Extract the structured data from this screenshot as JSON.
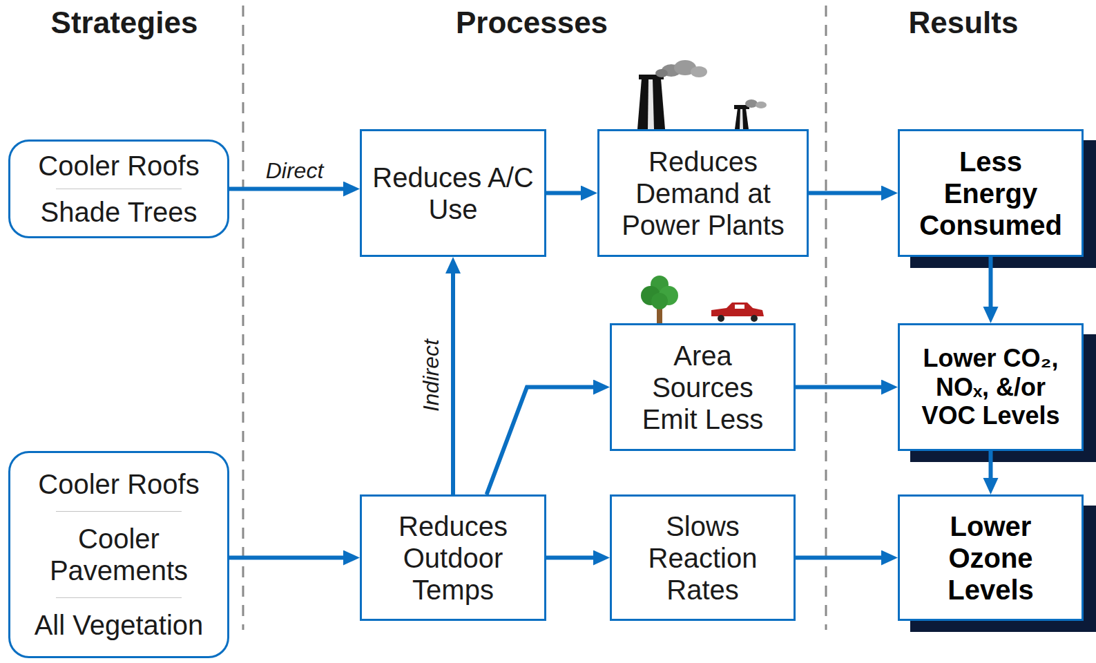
{
  "diagram": {
    "nodes": [
      {
        "text": [
          "Cooler Roofs",
          "Shade Trees"
        ]
      },
      {
        "text": [
          "Reduces A/C Use"
        ]
      },
      {
        "text": [
          "Reduces Demand at Power Plants"
        ]
      },
      {
        "text": [
          "Less Energy Consumed"
        ]
      },
      {
        "text": [
          "Area Sources Emit Less"
        ]
      },
      {
        "text": [
          "Lower CO₂, NOₓ, &/or VOC Levels"
        ]
      },
      {
        "text": [
          "Cooler Roofs",
          "Cooler Pavements",
          "All Vegetation"
        ]
      },
      {
        "text": [
          "Reduces Outdoor Temps"
        ]
      },
      {
        "text": [
          "Slows Reaction Rates"
        ]
      },
      {
        "text": [
          "Lower Ozone Levels"
        ]
      }
    ],
    "edges": [
      {
        "from": 0,
        "to": 1,
        "arrow": "to",
        "label": "Direct"
      },
      {
        "from": 1,
        "to": 2,
        "arrow": "to"
      },
      {
        "from": 2,
        "to": 3,
        "arrow": "to"
      },
      {
        "from": 3,
        "to": 5,
        "arrow": "to"
      },
      {
        "from": 5,
        "to": 9,
        "arrow": "to"
      },
      {
        "from": 7,
        "to": 1,
        "arrow": "to",
        "label": "Indirect"
      },
      {
        "from": 7,
        "to": 4,
        "arrow": "to"
      },
      {
        "from": 4,
        "to": 5,
        "arrow": "to"
      },
      {
        "from": 6,
        "to": 7,
        "arrow": "to"
      },
      {
        "from": 7,
        "to": 8,
        "arrow": "to"
      },
      {
        "from": 8,
        "to": 9,
        "arrow": "to"
      }
    ],
    "labels": [
      "Strategies",
      "Processes",
      "Results"
    ]
  }
}
